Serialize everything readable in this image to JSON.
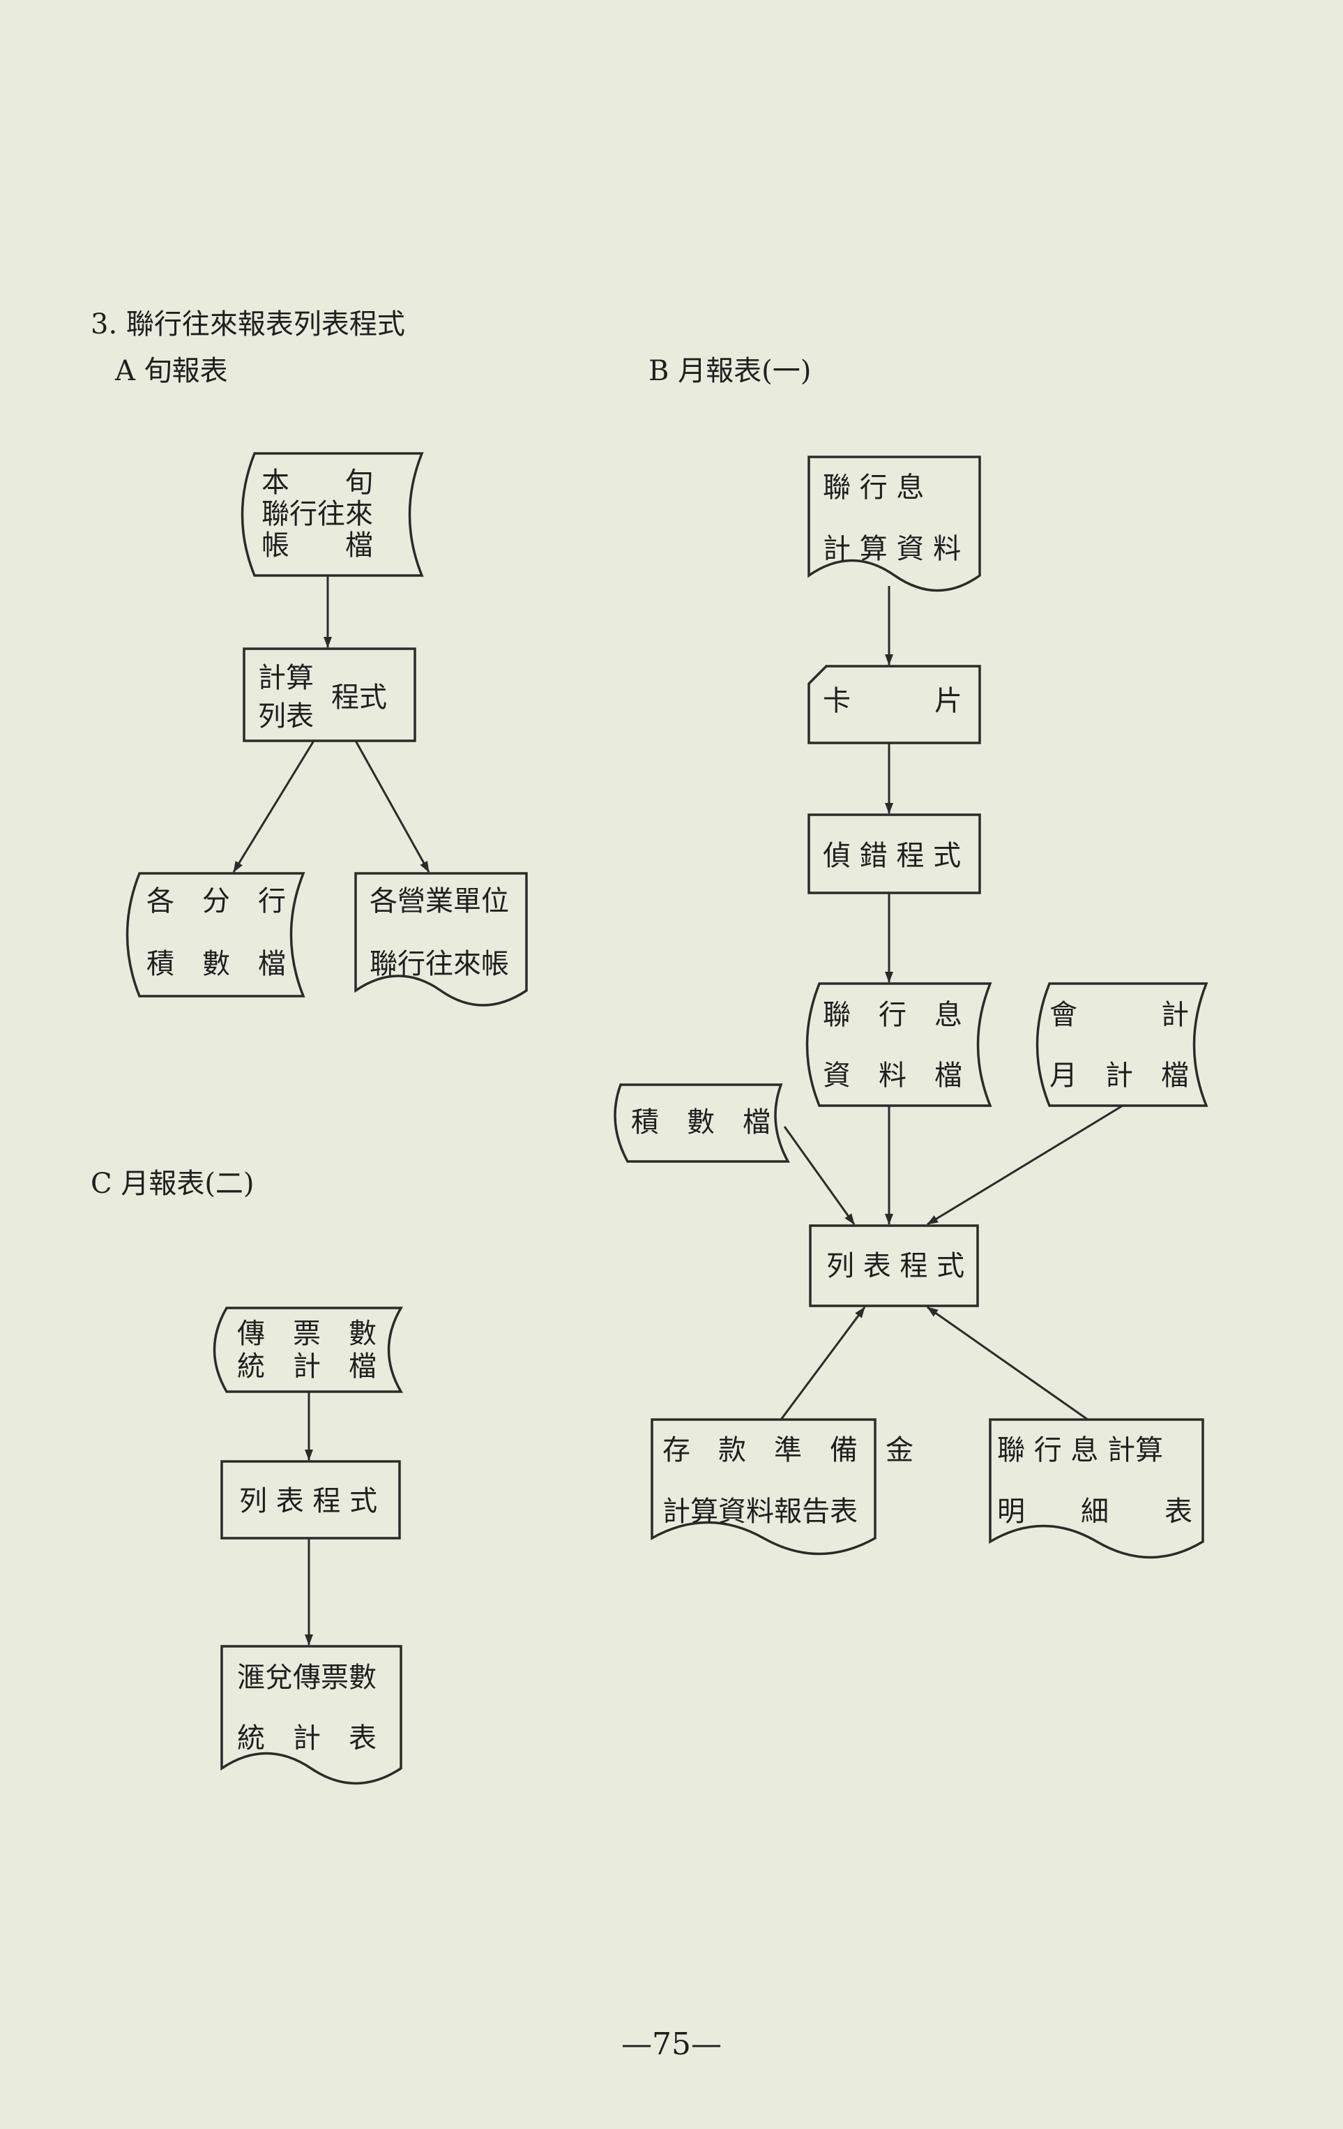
{
  "page": {
    "section_title": "3. 聯行往來報表列表程式",
    "page_number": "—75—"
  },
  "sections": {
    "a": "A 旬報表",
    "b": "B 月報表(一)",
    "c": "C 月報表(二)"
  },
  "diagram_a": {
    "source_file": {
      "line1": "本　　旬",
      "line2": "聯行往來",
      "line3": "帳　　檔"
    },
    "program": {
      "line1": "計算",
      "line2": "列表",
      "side": "程式"
    },
    "output_file": {
      "line1": "各　分　行",
      "line2": "積　數　檔"
    },
    "output_report": {
      "line1": "各營業單位",
      "line2": "聯行往來帳"
    }
  },
  "diagram_b": {
    "source_doc": {
      "line1": "聯 行 息",
      "line2": "計 算 資 料"
    },
    "card": {
      "left": "卡",
      "right": "片"
    },
    "check_program": {
      "label": "偵 錯 程 式"
    },
    "interest_file": {
      "line1": "聯　行　息",
      "line2": "資　料　檔"
    },
    "accounting_file": {
      "line1": "會　　　計",
      "line2": "月　計　檔"
    },
    "product_file": {
      "label": "積　數　檔"
    },
    "list_program": {
      "label": "列 表 程 式"
    },
    "reserve_report": {
      "line1": "存　款　準　備　金",
      "line2": "計算資料報告表"
    },
    "detail_report": {
      "line1": "聯 行 息 計算",
      "line2": "明　　細　　表"
    }
  },
  "diagram_c": {
    "voucher_file": {
      "line1": "傳　票　數",
      "line2": "統　計　檔"
    },
    "list_program": {
      "label": "列 表 程 式"
    },
    "voucher_report": {
      "line1": "滙兌傳票數",
      "line2": "統　計　表"
    }
  }
}
